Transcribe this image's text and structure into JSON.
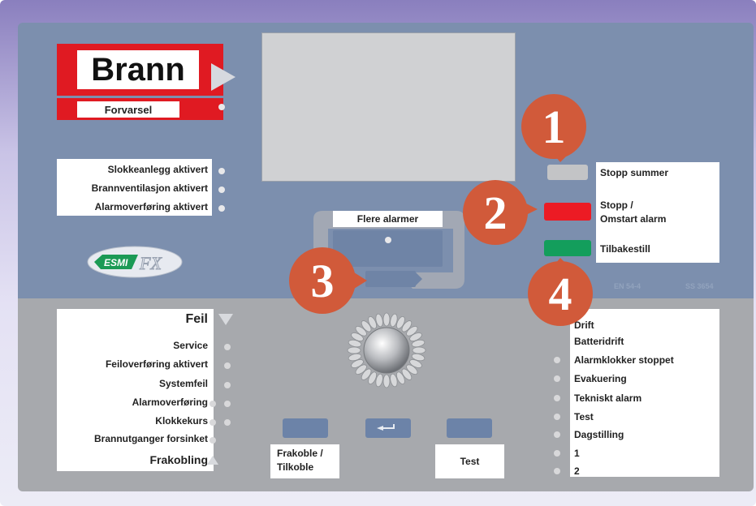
{
  "alarm_section": {
    "brann": "Brann",
    "forvarsel": "Forvarsel"
  },
  "left_indicators": [
    "Slokkeanlegg aktivert",
    "Brannventilasjon aktivert",
    "Alarmoverføring aktivert"
  ],
  "logo": {
    "text": "ESMI FX"
  },
  "flere_alarmer": "Flere alarmer",
  "right_controls": {
    "stopp_summer": "Stopp summer",
    "stopp_line1": "Stopp /",
    "stopp_line2": "Omstart alarm",
    "tilbakestill": "Tilbakestill"
  },
  "standards": {
    "en": "EN 54-4",
    "ss": "SS 3654"
  },
  "callouts": [
    "1",
    "2",
    "3",
    "4"
  ],
  "feil_list": {
    "title": "Feil",
    "items": [
      "Service",
      "Feiloverføring aktivert",
      "Systemfeil",
      "Alarmoverføring",
      "Klokkekurs",
      "Brannutganger forsinket"
    ],
    "footer": "Frakobling"
  },
  "bottom_buttons": {
    "frakoble_line1": "Frakoble /",
    "frakoble_line2": "Tilkoble",
    "test": "Test"
  },
  "right_list": [
    "Drift",
    "Batteridrift",
    "Alarmklokker stoppet",
    "Evakuering",
    "Tekniskt alarm",
    "Test",
    "Dagstilling",
    "1",
    "2"
  ],
  "colors": {
    "alarm_red": "#e01a22",
    "stop_red": "#ec1b24",
    "reset_green": "#139e5c",
    "callout": "#d15a3a",
    "panel_blue": "#7c8fae",
    "panel_gray": "#a7a9ad"
  }
}
